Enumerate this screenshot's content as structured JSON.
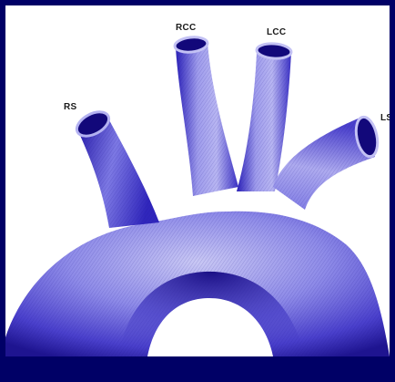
{
  "labels": {
    "rcc": "RCC",
    "lcc": "LCC",
    "rs": "RS",
    "ls": "LS"
  },
  "colors": {
    "frame": "#000066",
    "vessel_light": "#b7b6f0",
    "vessel_mid": "#6a67e0",
    "vessel_dark": "#2a20b8",
    "vessel_deep": "#12087a"
  }
}
